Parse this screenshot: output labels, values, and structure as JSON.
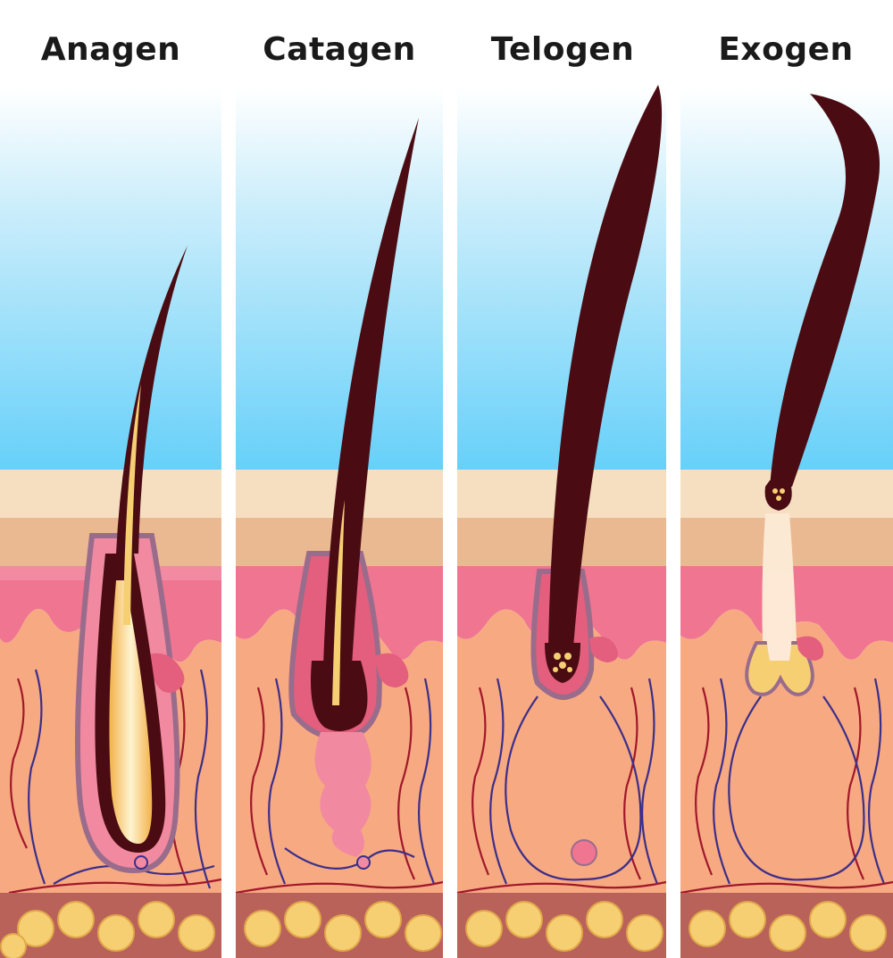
{
  "stages": [
    {
      "title": "Anagen"
    },
    {
      "title": "Catagen"
    },
    {
      "title": "Telogen"
    },
    {
      "title": "Exogen"
    }
  ],
  "colors": {
    "sky_top": "#ffffff",
    "sky_bottom": "#66d0f9",
    "epidermis": "#f6dfc1",
    "epidermis_shade": "#e7b98d",
    "dermis_pink": "#ef7591",
    "dermis_pink_dark": "#cf4f6f",
    "dermis": "#f9ae86",
    "fat": "#f6cf73",
    "hair": "#4a0c12",
    "vein": "#3b2f8a",
    "artery": "#a0182a"
  }
}
